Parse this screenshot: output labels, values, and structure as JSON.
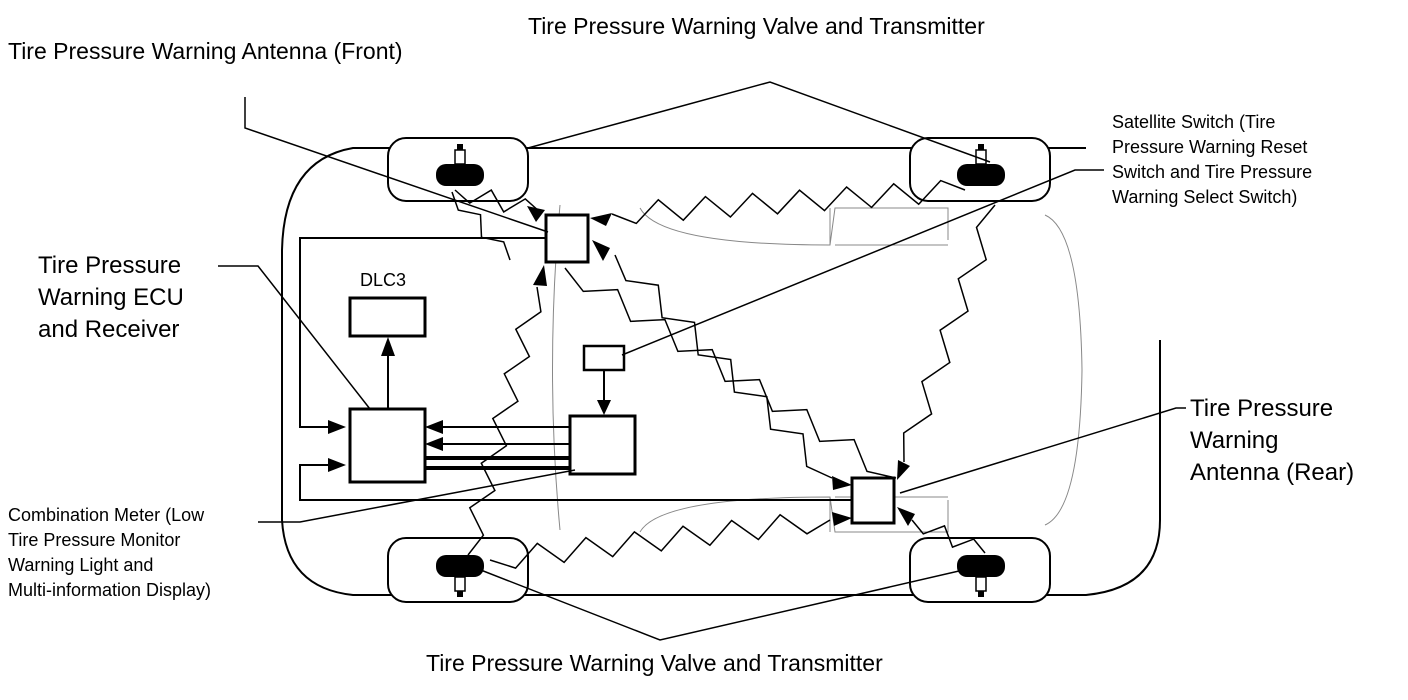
{
  "diagram": {
    "labels": {
      "valve_top": "Tire Pressure Warning Valve and Transmitter",
      "valve_bottom": "Tire Pressure Warning Valve and Transmitter",
      "antenna_front": "Tire Pressure Warning Antenna (Front)",
      "ecu": "Tire Pressure\nWarning ECU\nand Receiver",
      "dlc3": "DLC3",
      "satellite_switch": "Satellite Switch (Tire\nPressure Warning Reset\nSwitch and Tire Pressure\nWarning Select Switch)",
      "antenna_rear": "Tire Pressure\nWarning\nAntenna (Rear)",
      "combination_meter": "Combination Meter (Low\nTire Pressure Monitor\nWarning Light and\nMulti-information Display)"
    },
    "colors": {
      "ink": "#000000",
      "paper": "#ffffff",
      "faint": "#888888"
    }
  }
}
